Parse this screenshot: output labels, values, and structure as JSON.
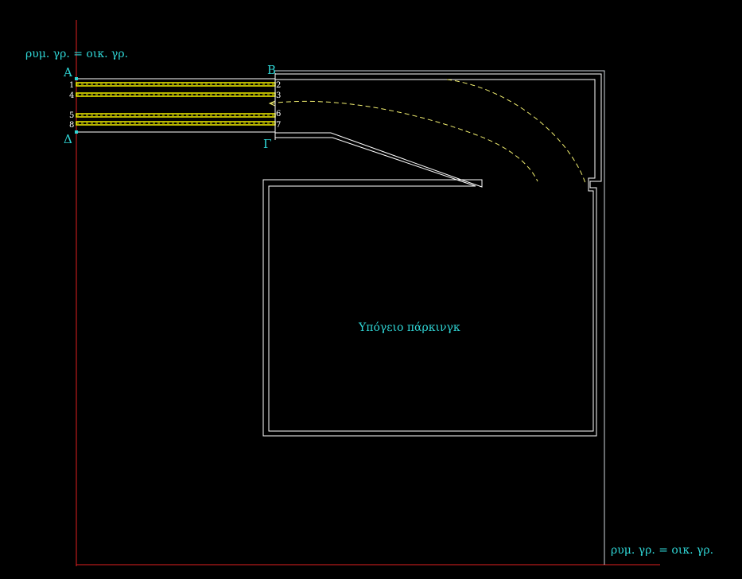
{
  "colors": {
    "background": "#000000",
    "property_line": "#e02020",
    "building_line": "#cfd6dc",
    "wall": "#ffffff",
    "ramp_strip": "#f2ef00",
    "curve": "#f2ef70",
    "label": "#2fd5d5"
  },
  "labels": {
    "boundary_top": "ρυμ. γρ. = οικ. γρ.",
    "boundary_bottom": "ρυμ. γρ. = οικ. γρ.",
    "parking": "Υπόγειο πάρκινγκ",
    "corner_a": "Α",
    "corner_b": "Β",
    "corner_c": "Γ",
    "corner_d": "Δ"
  },
  "points": {
    "left": [
      "1",
      "4",
      "5",
      "8"
    ],
    "right": [
      "2",
      "3",
      "6",
      "7"
    ]
  }
}
